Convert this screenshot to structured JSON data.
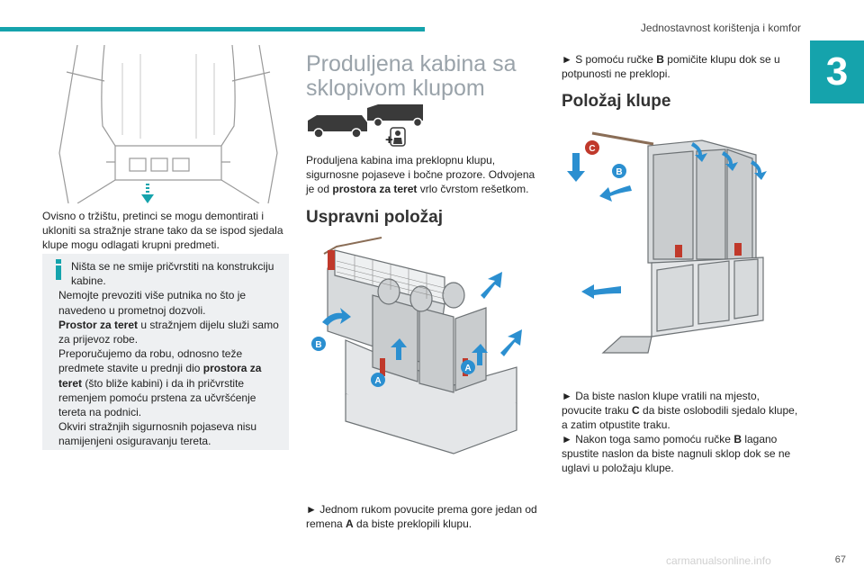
{
  "header": {
    "title": "Jednostavnost korištenja i komfor",
    "chapter": "3",
    "page": "67"
  },
  "watermark": "carmanualsonline.info",
  "left": {
    "para": "Ovisno o tržištu, pretinci se mogu demontirati i ukloniti sa stražnje strane tako da se ispod sjedala klupe mogu odlagati krupni predmeti.",
    "info": {
      "l1": "Ništa se ne smije pričvrstiti na konstrukciju kabine.",
      "l2": "Nemojte prevoziti više putnika no što je navedeno u prometnoj dozvoli.",
      "l3_bold": "Prostor za teret",
      "l3": " u stražnjem dijelu služi samo za prijevoz robe.",
      "l4": "Preporučujemo da robu, odnosno teže predmete stavite u prednji dio ",
      "l4_bold": "prostora za teret",
      "l4_end": " (što bliže kabini) i da ih pričvrstite remenjem pomoću prstena za učvršćenje tereta na podnici.",
      "l5": "Okviri stražnjih sigurnosnih pojaseva nisu namijenjeni osiguravanju tereta."
    }
  },
  "middle": {
    "heading": "Produljena kabina sa sklopivom klupom",
    "plus": "+",
    "para_start": "Produljena kabina ima preklopnu klupu, sigurnosne pojaseve i bočne prozore. Odvojena je od ",
    "para_bold": "prostora za teret",
    "para_end": "  vrlo čvrstom rešetkom.",
    "subheading": "Uspravni položaj",
    "callout_a": "A",
    "callout_b": "B",
    "step": "► Jednom rukom povucite prema gore jedan od remena ",
    "step_bold": "A",
    "step_end": " da biste preklopili klupu."
  },
  "right": {
    "step1": "► S pomoću ručke ",
    "step1_bold": "B",
    "step1_end": " pomičite klupu dok se u potpunosti ne preklopi.",
    "heading": "Položaj klupe",
    "callout_b": "B",
    "callout_c": "C",
    "step2": "► Da biste naslon klupe vratili na mjesto, povucite traku ",
    "step2_bold": "C",
    "step2_end": " da biste oslobodili sjedalo klupe, a zatim otpustite traku.",
    "step3": "► Nakon toga samo pomoću ručke ",
    "step3_bold": "B",
    "step3_end": " lagano spustite naslon da biste nagnuli sklop dok se ne uglavi u položaju klupe."
  },
  "colors": {
    "accent": "#15a3ac",
    "callout": "#2b8fd0",
    "strap_red": "#c0392b",
    "heading_grey": "#9aa3aa"
  }
}
